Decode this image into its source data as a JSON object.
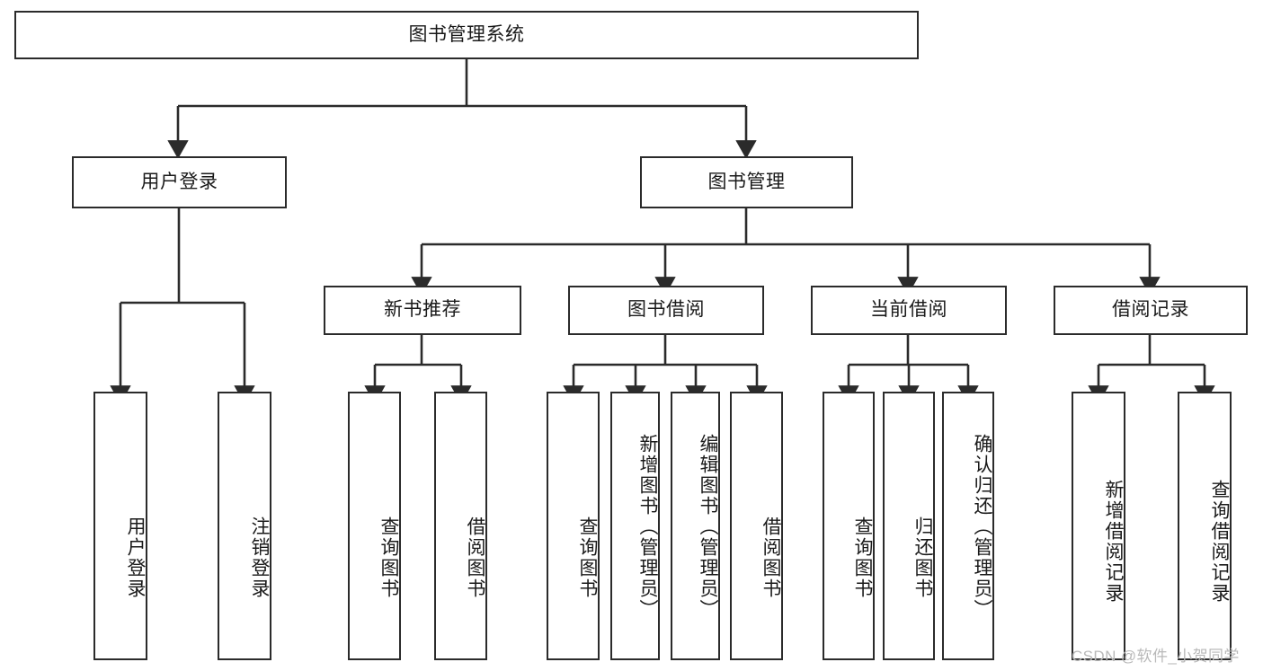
{
  "diagram": {
    "type": "tree",
    "title": "图书管理系统",
    "root": {
      "id": "root",
      "label": "图书管理系统"
    },
    "level2": [
      {
        "id": "user-login",
        "label": "用户登录"
      },
      {
        "id": "book-manage",
        "label": "图书管理"
      }
    ],
    "level3": [
      {
        "id": "new-book-recommend",
        "label": "新书推荐",
        "parent": "book-manage"
      },
      {
        "id": "book-borrow",
        "label": "图书借阅",
        "parent": "book-manage"
      },
      {
        "id": "current-borrow",
        "label": "当前借阅",
        "parent": "book-manage"
      },
      {
        "id": "borrow-record",
        "label": "借阅记录",
        "parent": "book-manage"
      }
    ],
    "leaves": [
      {
        "id": "leaf-user-login",
        "label": "用户登录",
        "parent": "user-login"
      },
      {
        "id": "leaf-user-logout",
        "label": "注销登录",
        "parent": "user-login"
      },
      {
        "id": "leaf-query-book-1",
        "label": "查询图书",
        "parent": "new-book-recommend"
      },
      {
        "id": "leaf-borrow-book-1",
        "label": "借阅图书",
        "parent": "new-book-recommend"
      },
      {
        "id": "leaf-query-book-2",
        "label": "查询图书",
        "parent": "book-borrow"
      },
      {
        "id": "leaf-add-book",
        "label": "新增图书（管理员）",
        "parent": "book-borrow"
      },
      {
        "id": "leaf-edit-book",
        "label": "编辑图书（管理员）",
        "parent": "book-borrow"
      },
      {
        "id": "leaf-borrow-book-2",
        "label": "借阅图书",
        "parent": "book-borrow"
      },
      {
        "id": "leaf-query-book-3",
        "label": "查询图书",
        "parent": "current-borrow"
      },
      {
        "id": "leaf-return-book",
        "label": "归还图书",
        "parent": "current-borrow"
      },
      {
        "id": "leaf-confirm-return",
        "label": "确认归还（管理员）",
        "parent": "current-borrow"
      },
      {
        "id": "leaf-add-record",
        "label": "新增借阅记录",
        "parent": "borrow-record"
      },
      {
        "id": "leaf-query-record",
        "label": "查询借阅记录",
        "parent": "borrow-record"
      }
    ],
    "colors": {
      "stroke": "#2b2b2b",
      "fill": "#ffffff",
      "text": "#1a1a1a",
      "watermark": "#b9b9b9"
    }
  },
  "watermark": {
    "text": "CSDN @软件_小贺同学"
  }
}
